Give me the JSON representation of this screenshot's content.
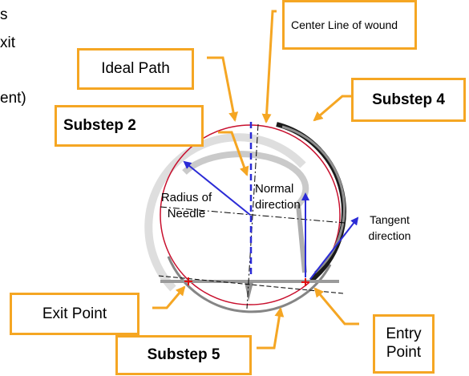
{
  "left_fragments": [
    "s",
    "xit",
    "ent)"
  ],
  "boxes": {
    "center_line": "Center Line of wound",
    "ideal_path": "Ideal Path",
    "substep_2": "Substep 2",
    "substep_4": "Substep 4",
    "exit_point": "Exit Point",
    "substep_5": "Substep 5",
    "entry_point": "Entry Point"
  },
  "labels": {
    "radius": "Radius of Needle",
    "normal": "Normal direction",
    "tangent": "Tangent direction"
  },
  "colors": {
    "accent_orange": "#f5a623",
    "arrow_blue": "#2b2bd6",
    "circle_red": "#c8102e",
    "needle_gray": "#8f8f8f",
    "needle_dark": "#1a1a1a"
  }
}
